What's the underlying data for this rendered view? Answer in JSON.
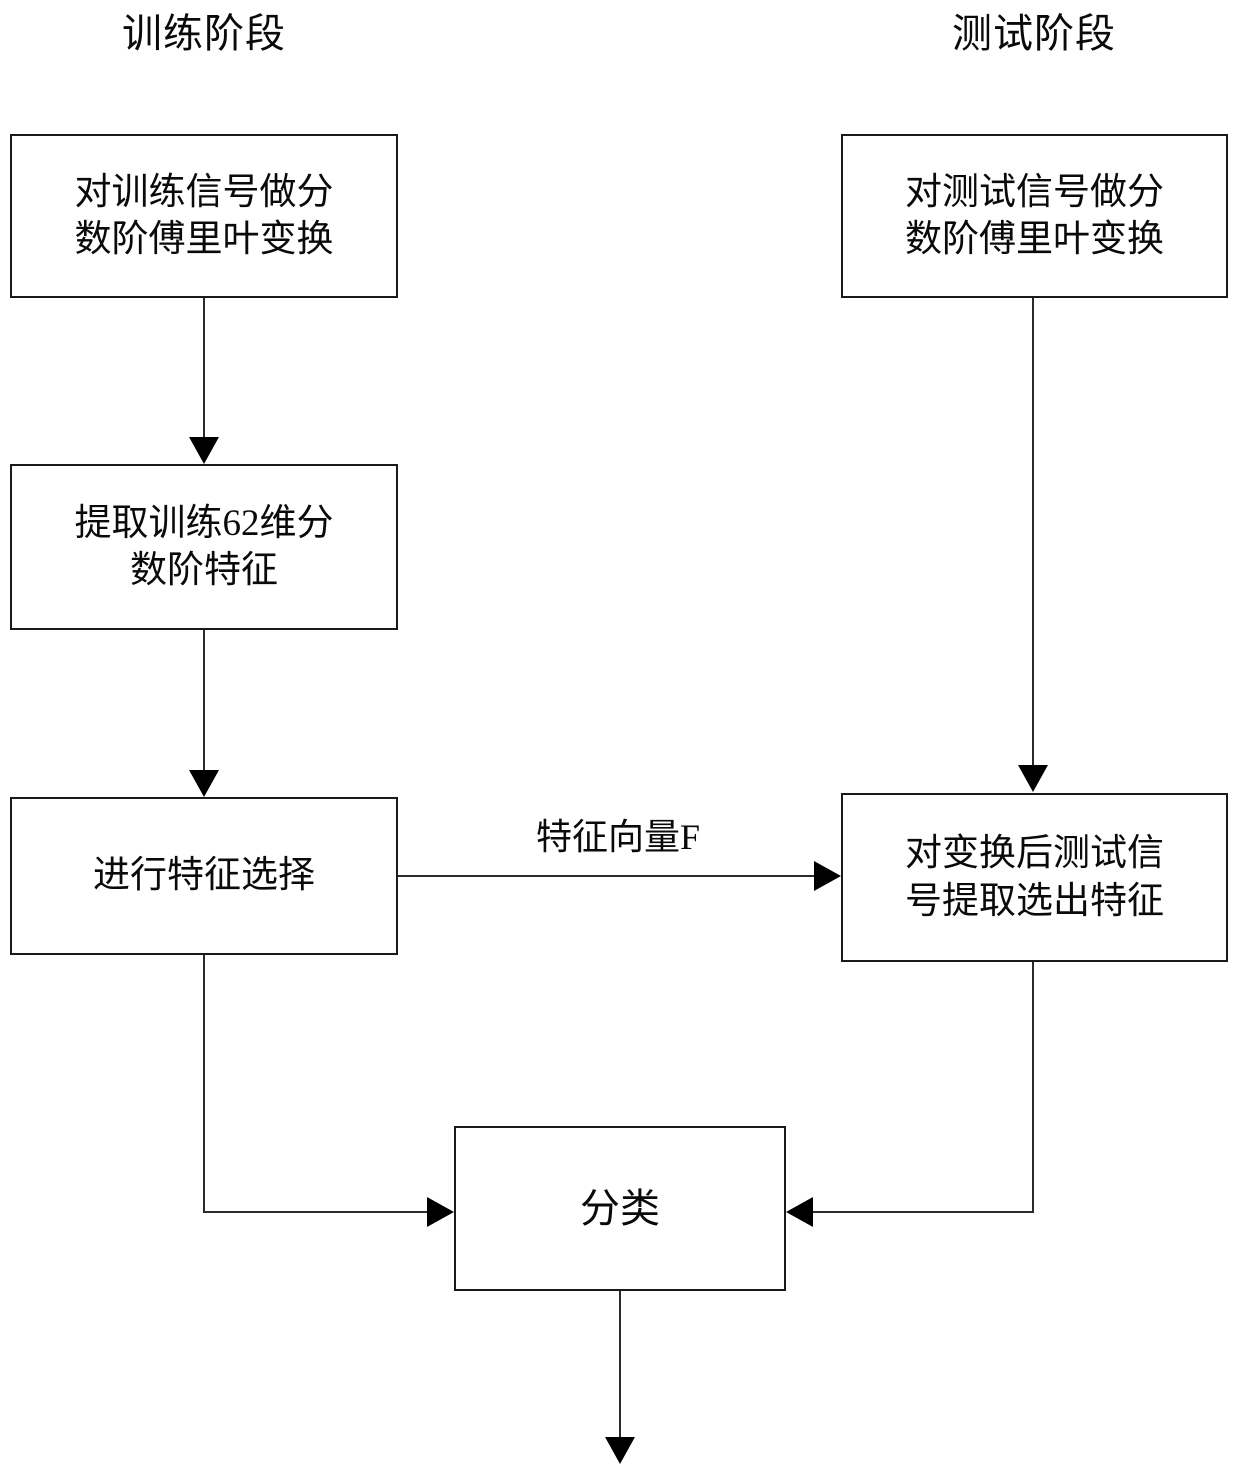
{
  "diagram": {
    "title_train_phase": "训练阶段",
    "title_test_phase": "测试阶段",
    "nodes": {
      "train_frft": "对训练信号做分\n数阶傅里叶变换",
      "test_frft": "对测试信号做分\n数阶傅里叶变换",
      "train_feature_extract": "提取训练62维分\n数阶特征",
      "feature_select": "进行特征选择",
      "test_feature_extract": "对变换后测试信\n号提取选出特征",
      "classify": "分类"
    },
    "edge_labels": {
      "feature_vector": "特征向量F"
    },
    "colors": {
      "background": "#ffffff",
      "box_border": "#1a1a1a",
      "connector": "#2b2b2b",
      "arrow_fill": "#000000",
      "text": "#0a0a0a"
    }
  }
}
